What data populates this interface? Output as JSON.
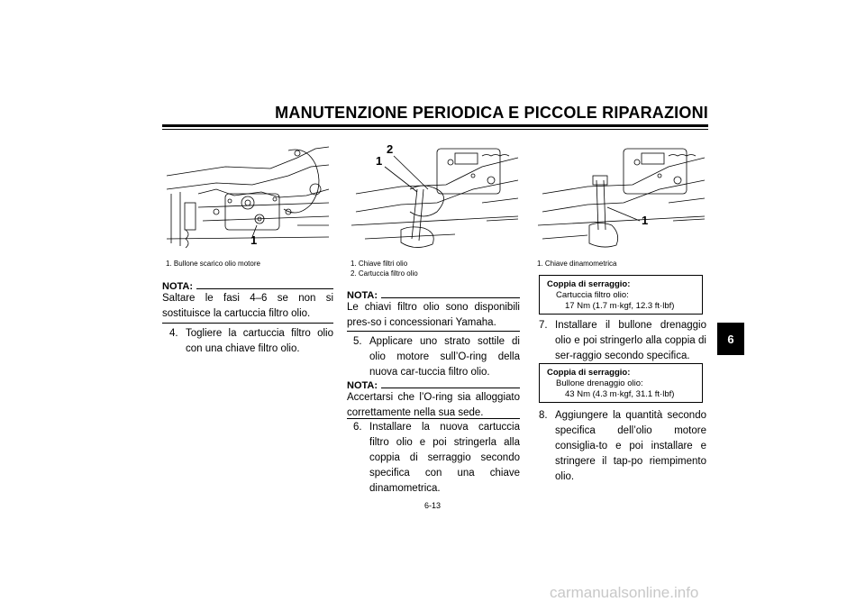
{
  "header": {
    "title": "MANUTENZIONE PERIODICA E PICCOLE RIPARAZIONI"
  },
  "chapter_tab": "6",
  "col1": {
    "figure_callouts": [
      "1"
    ],
    "captions": [
      "1. Bullone scarico olio motore"
    ],
    "nota_label": "NOTA:",
    "nota_text": "Saltare le fasi 4–6 se non si sostituisce la cartuccia filtro olio.",
    "step4_num": "4.",
    "step4_text": "Togliere la cartuccia filtro olio con una chiave filtro olio."
  },
  "col2": {
    "figure_callouts": [
      "2",
      "1"
    ],
    "captions": [
      "1. Chiave filtri olio",
      "2. Cartuccia filtro olio"
    ],
    "nota1_label": "NOTA:",
    "nota1_text": "Le chiavi filtro olio sono disponibili pres-so i concessionari Yamaha.",
    "step5_num": "5.",
    "step5_text": "Applicare uno strato sottile di olio motore sull’O-ring della nuova car-tuccia filtro olio.",
    "nota2_label": "NOTA:",
    "nota2_text": "Accertarsi che l’O-ring sia alloggiato correttamente nella sua sede.",
    "step6_num": "6.",
    "step6_text": "Installare la nuova cartuccia filtro olio e poi stringerla alla coppia di serraggio secondo specifica con una chiave dinamometrica."
  },
  "col3": {
    "figure_callouts": [
      "1"
    ],
    "captions": [
      "1. Chiave dinamometrica"
    ],
    "spec1": {
      "title": "Coppia di serraggio:",
      "item": "Cartuccia filtro olio:",
      "value": "17 Nm (1.7 m·kgf, 12.3 ft·lbf)"
    },
    "step7_num": "7.",
    "step7_text": "Installare il bullone drenaggio olio e poi stringerlo alla coppia di ser-raggio secondo specifica.",
    "spec2": {
      "title": "Coppia di serraggio:",
      "item": "Bullone drenaggio olio:",
      "value": "43 Nm (4.3 m·kgf, 31.1 ft·lbf)"
    },
    "step8_num": "8.",
    "step8_text": "Aggiungere la quantità secondo specifica dell’olio motore consiglia-to e poi installare e stringere il tap-po riempimento olio."
  },
  "footer": {
    "page_number": "6-13"
  },
  "watermark": "carmanualsonline.info"
}
